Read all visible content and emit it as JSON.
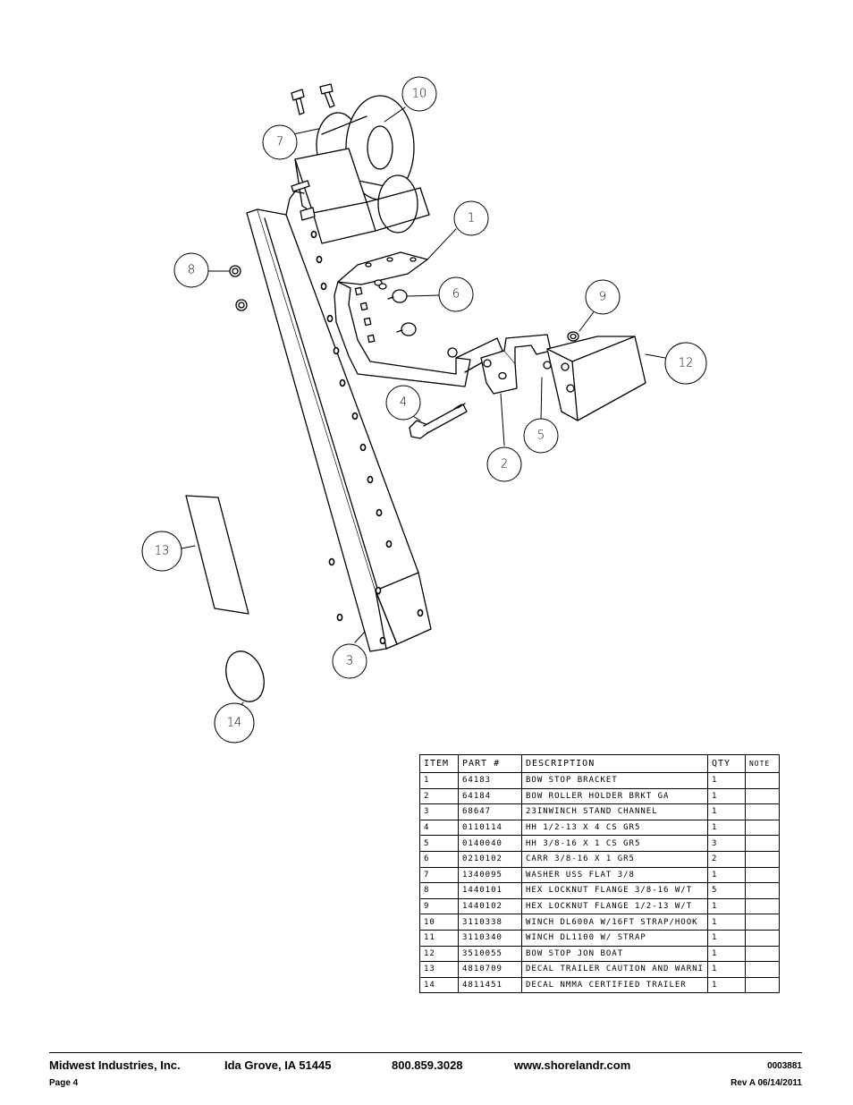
{
  "callouts": [
    {
      "id": "c1",
      "label": "1"
    },
    {
      "id": "c2",
      "label": "2"
    },
    {
      "id": "c3",
      "label": "3"
    },
    {
      "id": "c4",
      "label": "4"
    },
    {
      "id": "c5",
      "label": "5"
    },
    {
      "id": "c6",
      "label": "6"
    },
    {
      "id": "c7",
      "label": "7"
    },
    {
      "id": "c8",
      "label": "8"
    },
    {
      "id": "c9",
      "label": "9"
    },
    {
      "id": "c10",
      "label": "10"
    },
    {
      "id": "c12",
      "label": "12"
    },
    {
      "id": "c13",
      "label": "13"
    },
    {
      "id": "c14",
      "label": "14"
    }
  ],
  "parts_table": {
    "headers": [
      "ITEM",
      "PART #",
      "DESCRIPTION",
      "QTY",
      "NOTE"
    ],
    "rows": [
      {
        "item": "1",
        "part": "64183",
        "description": "BOW STOP BRACKET",
        "qty": "1",
        "note": ""
      },
      {
        "item": "2",
        "part": "64184",
        "description": "BOW ROLLER HOLDER BRKT GA",
        "qty": "1",
        "note": ""
      },
      {
        "item": "3",
        "part": "68647",
        "description": "23INWINCH STAND CHANNEL",
        "qty": "1",
        "note": ""
      },
      {
        "item": "4",
        "part": "0110114",
        "description": "HH 1/2-13 X 4 CS GR5",
        "qty": "1",
        "note": ""
      },
      {
        "item": "5",
        "part": "0140040",
        "description": "HH 3/8-16 X 1 CS GR5",
        "qty": "3",
        "note": ""
      },
      {
        "item": "6",
        "part": "0210102",
        "description": "CARR 3/8-16 X 1 GR5",
        "qty": "2",
        "note": ""
      },
      {
        "item": "7",
        "part": "1340095",
        "description": "WASHER USS FLAT 3/8",
        "qty": "1",
        "note": ""
      },
      {
        "item": "8",
        "part": "1440101",
        "description": "HEX LOCKNUT FLANGE 3/8-16 W/T",
        "qty": "5",
        "note": ""
      },
      {
        "item": "9",
        "part": "1440102",
        "description": "HEX LOCKNUT FLANGE 1/2-13 W/T",
        "qty": "1",
        "note": ""
      },
      {
        "item": "10",
        "part": "3110338",
        "description": "WINCH DL600A W/16FT STRAP/HOOK",
        "qty": "1",
        "note": ""
      },
      {
        "item": "11",
        "part": "3110340",
        "description": "WINCH DL1100 W/ STRAP",
        "qty": "1",
        "note": ""
      },
      {
        "item": "12",
        "part": "3510055",
        "description": "BOW STOP  JON BOAT",
        "qty": "1",
        "note": ""
      },
      {
        "item": "13",
        "part": "4810709",
        "description": "DECAL TRAILER CAUTION AND WARNI",
        "qty": "1",
        "note": ""
      },
      {
        "item": "14",
        "part": "4811451",
        "description": "DECAL NMMA CERTIFIED TRAILER",
        "qty": "1",
        "note": ""
      }
    ]
  },
  "footer": {
    "company": "Midwest Industries, Inc.",
    "location": "Ida Grove, IA  51445",
    "phone": "800.859.3028",
    "website": "www.shorelandr.com",
    "doc_number": "0003881",
    "page": "Page 4",
    "revision": "Rev A 06/14/2011"
  }
}
